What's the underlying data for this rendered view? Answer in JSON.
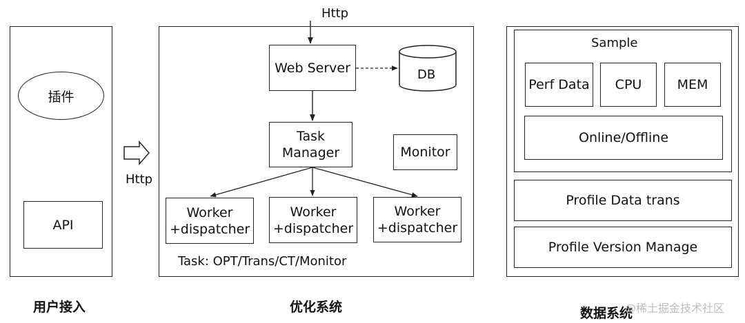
{
  "captions": {
    "left": "用户接入",
    "middle": "优化系统",
    "right": "数据系统"
  },
  "left_panel": {
    "plugin": "插件",
    "api": "API"
  },
  "arrow_label": "Http",
  "middle_panel": {
    "http_in": "Http",
    "web_server": "Web Server",
    "db": "DB",
    "task_manager": [
      "Task",
      "Manager"
    ],
    "monitor": "Monitor",
    "workers": [
      [
        "Worker",
        "+dispatcher"
      ],
      [
        "Worker",
        "+dispatcher"
      ],
      [
        "Worker",
        "+dispatcher"
      ]
    ],
    "task_line": "Task: OPT/Trans/CT/Monitor"
  },
  "right_panel": {
    "sample_title": "Sample",
    "perf_data": "Perf Data",
    "cpu": "CPU",
    "mem": "MEM",
    "online_offline": "Online/Offline",
    "profile_data_trans": "Profile Data trans",
    "profile_version_manage": "Profile Version Manage"
  },
  "watermark": "@稀土掘金技术社区"
}
